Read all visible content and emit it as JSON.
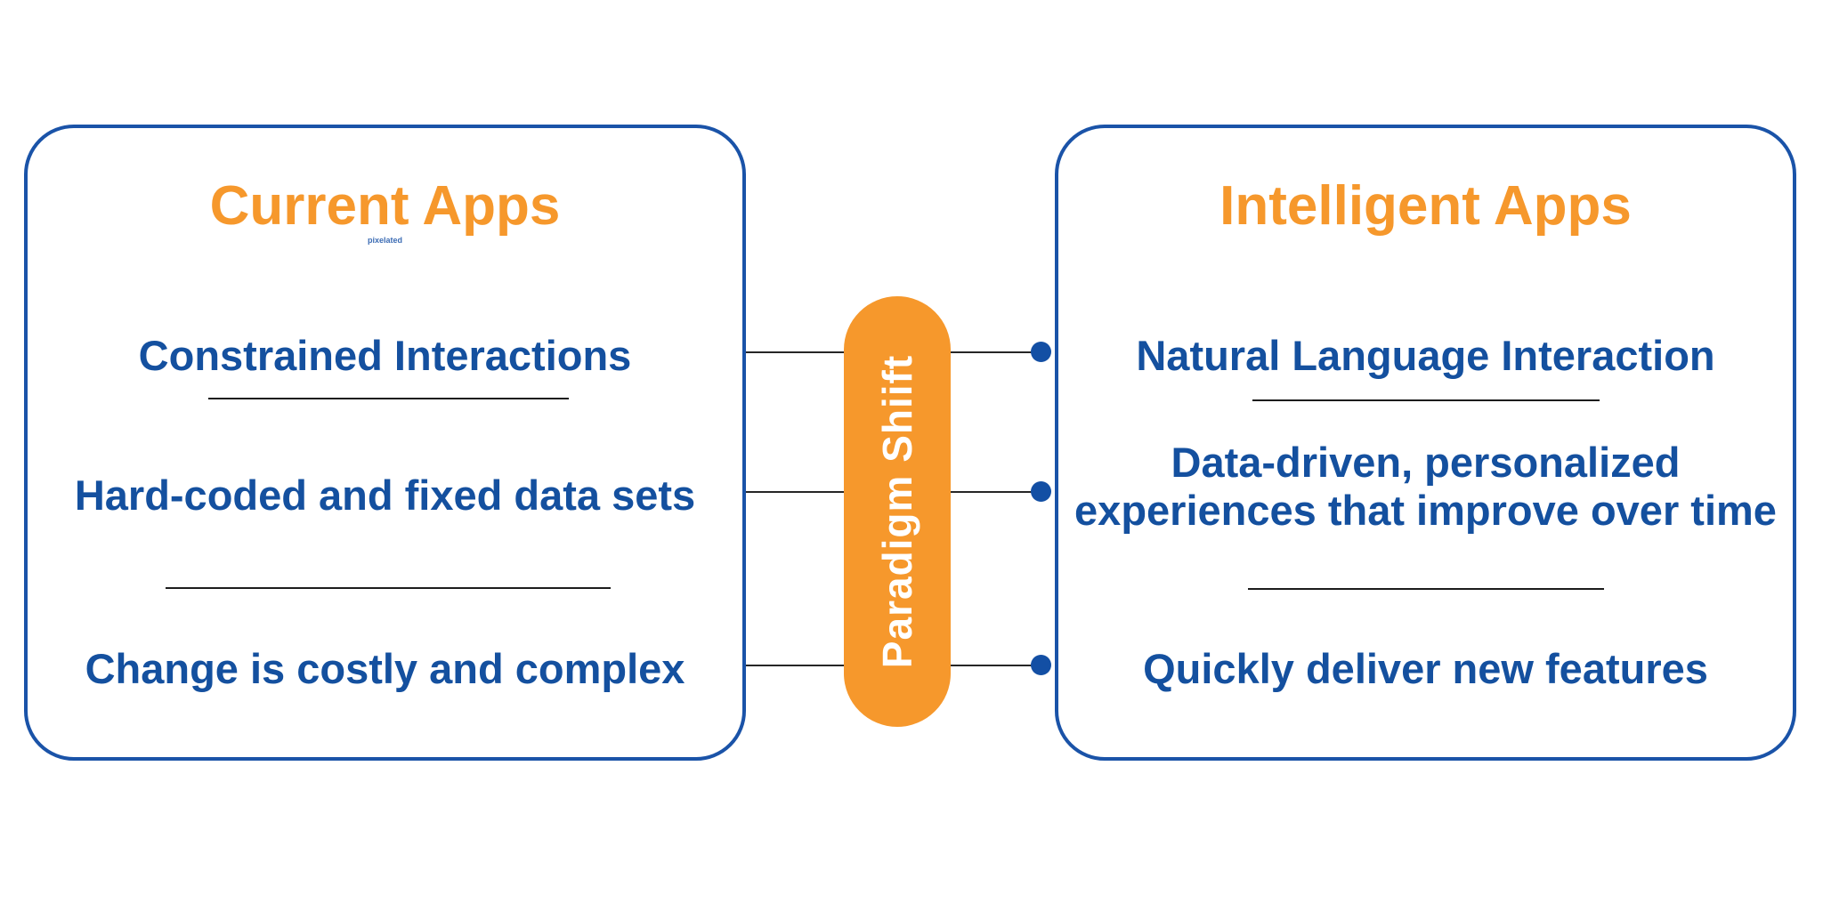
{
  "colors": {
    "accent_orange": "#F6982C",
    "text_blue": "#14509F",
    "border_blue": "#1A53A8",
    "dot_blue": "#134FA4",
    "connector_dark": "#262626"
  },
  "left_box": {
    "title": "Current Apps",
    "caption": "pixelated",
    "items": [
      {
        "label": "Constrained Interactions"
      },
      {
        "label": "Hard-coded and fixed data sets"
      },
      {
        "label": "Change is costly and complex"
      }
    ]
  },
  "paradigm_pill": {
    "label": "Paradigm Shiift"
  },
  "right_box": {
    "title": "Intelligent Apps",
    "items": [
      {
        "label": "Natural Language Interaction"
      },
      {
        "label": "Data-driven, personalized experiences that improve over time"
      },
      {
        "label": "Quickly deliver new features"
      }
    ]
  }
}
